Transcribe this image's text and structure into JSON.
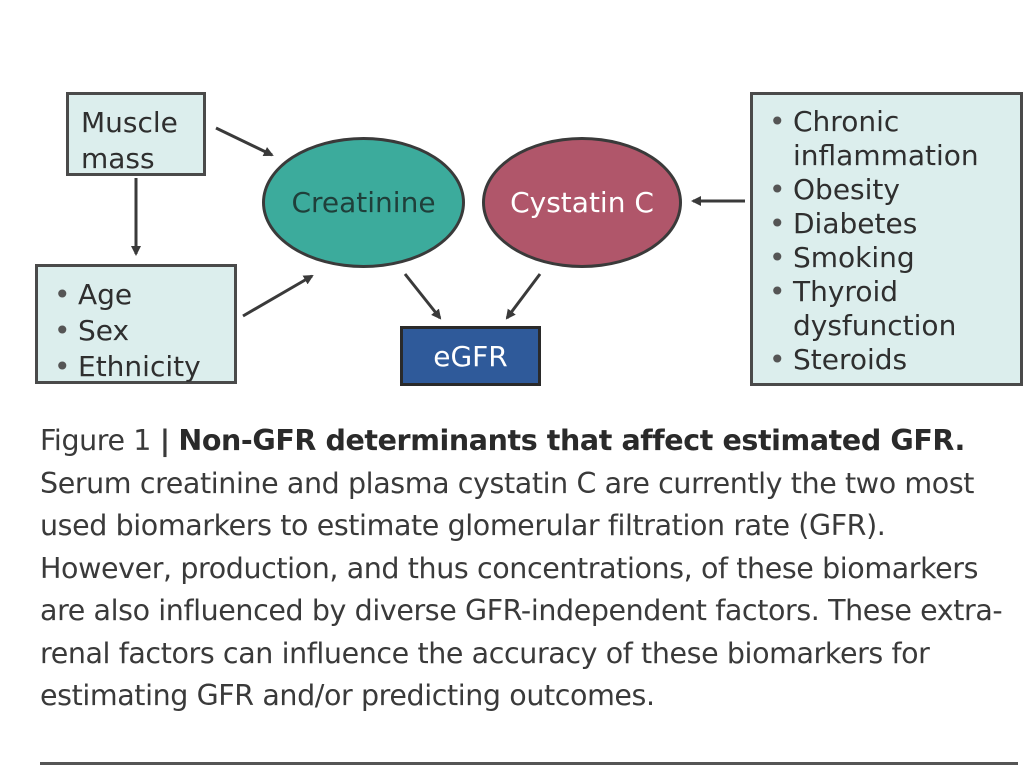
{
  "diagram": {
    "muscle_mass": "Muscle mass",
    "demographics": [
      "Age",
      "Sex",
      "Ethnicity"
    ],
    "creatinine": "Creatinine",
    "cystatin": "Cystatin C",
    "egfr": "eGFR",
    "conditions": [
      "Chronic inflammation",
      "Obesity",
      "Diabetes",
      "Smoking",
      "Thyroid dysfunction",
      "Steroids"
    ]
  },
  "caption": {
    "label": "Figure 1",
    "separator": "|",
    "title": "Non-GFR determinants that affect estimated GFR.",
    "body": "Serum creatinine and plasma cystatin C are currently the two most used biomarkers to estimate glomerular filtration rate (GFR). However, production, and thus concentrations, of these biomarkers are also influenced by diverse GFR-independent factors. These extra-renal factors can influence the accuracy of these biomarkers for estimating GFR and/or predicting outcomes."
  },
  "colors": {
    "box_fill": "#dceeed",
    "creatinine_fill": "#3cab9c",
    "cystatin_fill": "#b0566a",
    "egfr_fill": "#2f5a9a"
  }
}
